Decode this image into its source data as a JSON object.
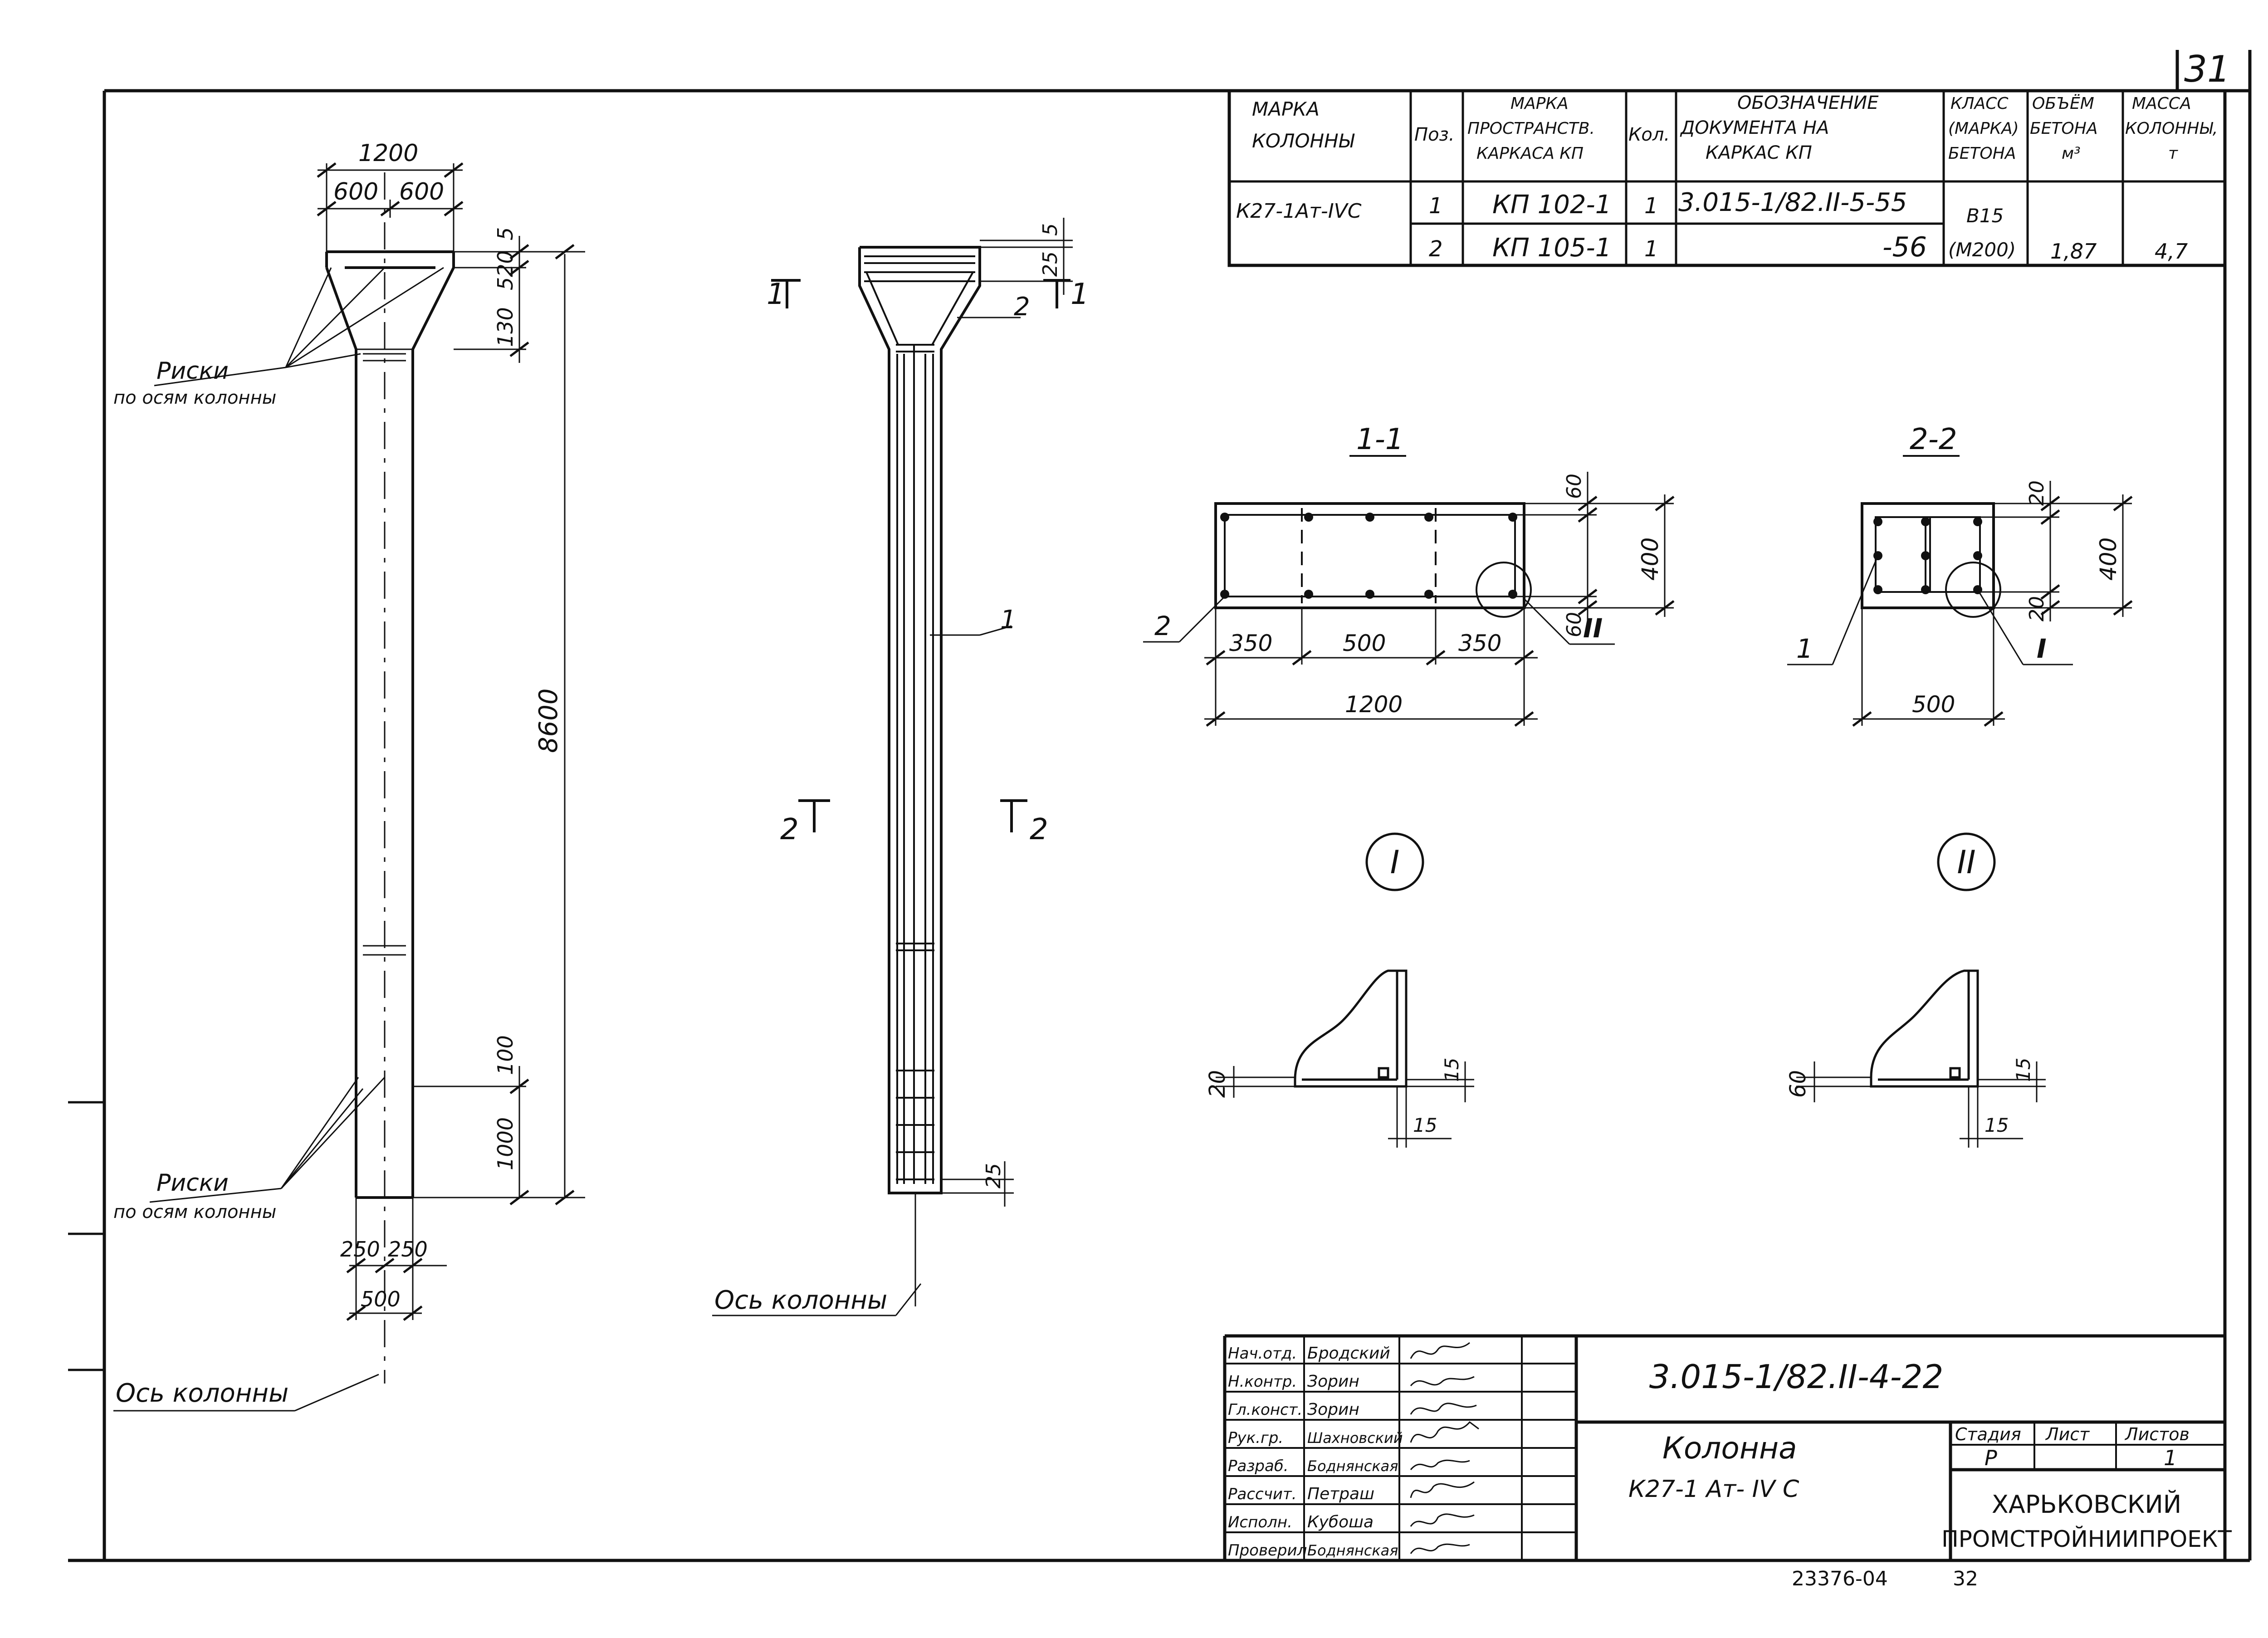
{
  "sheet_number": "31",
  "spec_table": {
    "headers": {
      "mark": [
        "МАРКА",
        "КОЛОННЫ"
      ],
      "pos": "Поз.",
      "frame_mark": [
        "МАРКА",
        "ПРОСТРАНСТВ.",
        "КАРКАСА КП"
      ],
      "qty": "Кол.",
      "doc": [
        "ОБОЗНАЧЕНИЕ",
        "ДОКУМЕНТА НА",
        "КАРКАС КП"
      ],
      "class": [
        "КЛАСС",
        "(МАРКА)",
        "БЕТОНА"
      ],
      "volume": [
        "ОБЪЁМ",
        "БЕТОНА",
        "м³"
      ],
      "mass": [
        "МАССА",
        "КОЛОННЫ,",
        "т"
      ]
    },
    "column_mark": "К27-1Ат-IVС",
    "rows": [
      {
        "pos": "1",
        "frame": "КП 102-1",
        "qty": "1",
        "doc": "3.015-1/82.II-5-55"
      },
      {
        "pos": "2",
        "frame": "КП 105-1",
        "qty": "1",
        "doc": "-56"
      }
    ],
    "concrete_class": "В15",
    "concrete_grade": "(М200)",
    "volume": "1,87",
    "mass": "4,7"
  },
  "elevation": {
    "dims": {
      "head_width": "1200",
      "head_half_left": "600",
      "head_half_right": "600",
      "top_offset": "5",
      "head_height": "520",
      "neck_height": "130",
      "total_height": "8600",
      "lower_offset": "100",
      "base_height": "1000",
      "shaft_half_left": "250",
      "shaft_half_right": "250",
      "shaft_width": "500"
    },
    "marks_label_top": [
      "Риски",
      "по осям колонны"
    ],
    "marks_label_bottom": [
      "Риски",
      "по осям колонны"
    ],
    "axis_label": "Ось колонны"
  },
  "reinforcement": {
    "cut1_left": "1",
    "cut1_right": "1",
    "cut2_left": "2",
    "cut2_right": "2",
    "dim_top": "5",
    "dim_head": "25",
    "dim_bottom": "25",
    "pos_1": "1",
    "pos_2": "2",
    "axis_label": "Ось колонны"
  },
  "section_1_1": {
    "title": "1-1",
    "dims": [
      "350",
      "500",
      "350",
      "1200",
      "60",
      "60",
      "400"
    ],
    "pos": "2",
    "node_ref": "II"
  },
  "section_2_2": {
    "title": "2-2",
    "dims": [
      "20",
      "20",
      "400",
      "500"
    ],
    "pos": "1",
    "node_ref": "I"
  },
  "node_I": {
    "label": "I",
    "dims": [
      "20",
      "15",
      "15"
    ]
  },
  "node_II": {
    "label": "II",
    "dims": [
      "60",
      "15",
      "15"
    ]
  },
  "title_block": {
    "doc_code": "3.015-1/82.II-4-22",
    "title_line1": "Колонна",
    "title_line2": "К27-1 Ат- IV С",
    "stage_label": "Стадия",
    "sheet_label": "Лист",
    "sheets_label": "Листов",
    "stage": "Р",
    "sheets": "1",
    "org_line1": "ХАРЬКОВСКИЙ",
    "org_line2": "ПРОМСТРОЙНИИПРОЕКТ",
    "people": [
      {
        "role": "Нач.отд.",
        "name": "Бродский"
      },
      {
        "role": "Н.контр.",
        "name": "Зорин"
      },
      {
        "role": "Гл.конст.",
        "name": "Зорин"
      },
      {
        "role": "Рук.гр.",
        "name": "Шахновский"
      },
      {
        "role": "Разраб.",
        "name": "Боднянская"
      },
      {
        "role": "Рассчит.",
        "name": "Петраш"
      },
      {
        "role": "Исполн.",
        "name": "Кубоша"
      },
      {
        "role": "Проверил",
        "name": "Боднянская"
      }
    ]
  },
  "footer": {
    "archive_no": "23376-04",
    "page": "32"
  }
}
